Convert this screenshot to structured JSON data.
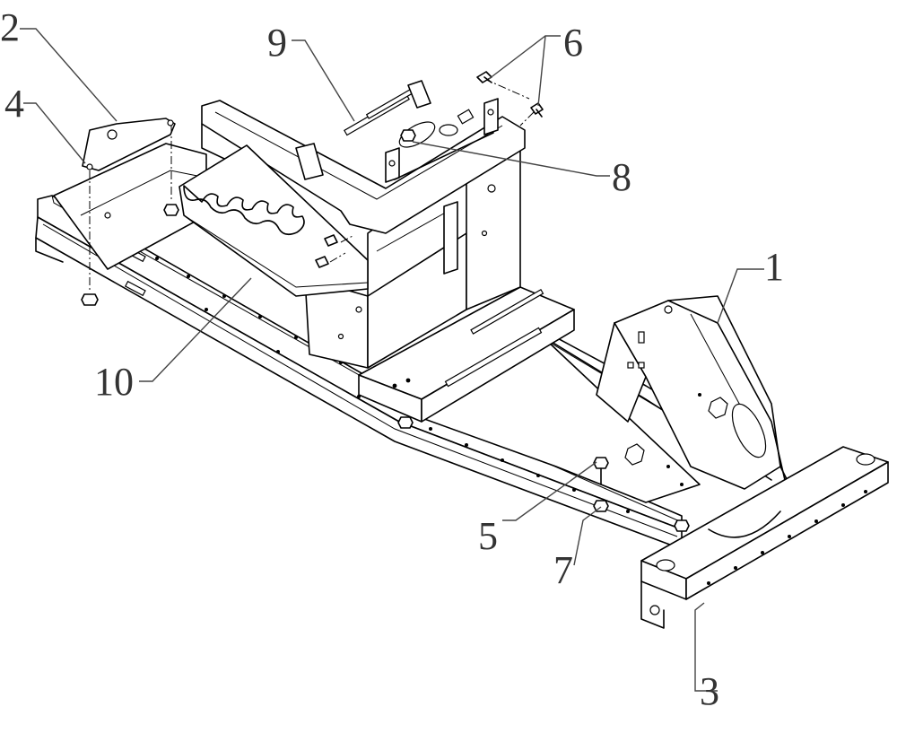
{
  "diagram": {
    "callouts": [
      {
        "id": "c1",
        "label": "1"
      },
      {
        "id": "c2",
        "label": "2"
      },
      {
        "id": "c3",
        "label": "3"
      },
      {
        "id": "c4",
        "label": "4"
      },
      {
        "id": "c5",
        "label": "5"
      },
      {
        "id": "c6",
        "label": "6"
      },
      {
        "id": "c7",
        "label": "7"
      },
      {
        "id": "c8",
        "label": "8"
      },
      {
        "id": "c9",
        "label": "9"
      },
      {
        "id": "c10",
        "label": "10"
      }
    ],
    "line_color": "#000000",
    "callout_color": "#333333",
    "background": "#ffffff"
  }
}
